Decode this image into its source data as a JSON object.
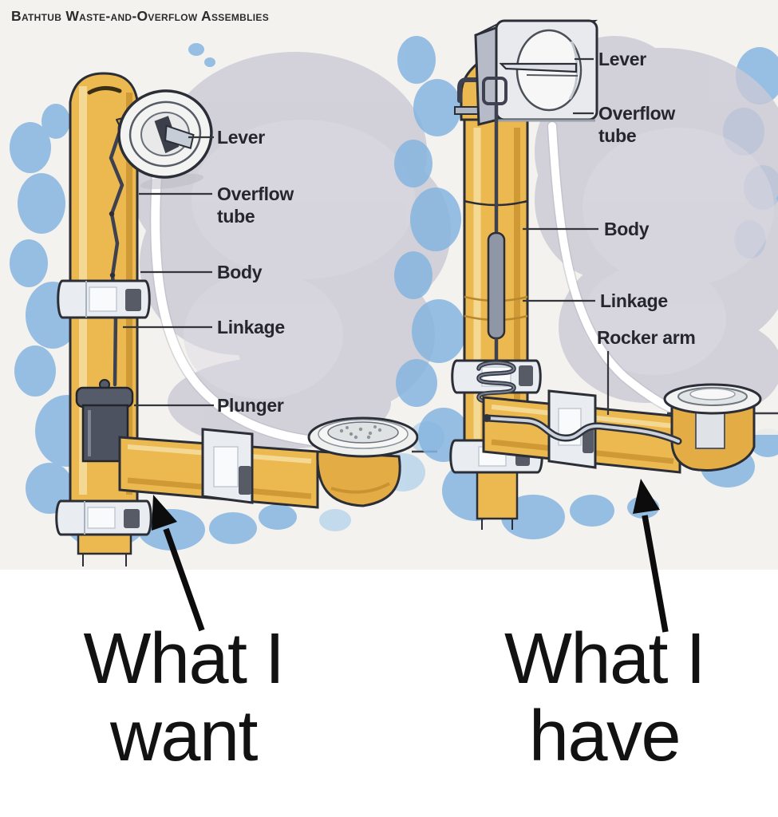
{
  "title": "Bathtub Waste-and-Overflow Assemblies",
  "panels": {
    "left": {
      "labels": {
        "lever": "Lever",
        "overflow_line1": "Overflow",
        "overflow_line2": "tube",
        "body": "Body",
        "linkage": "Linkage",
        "plunger": "Plunger"
      }
    },
    "right": {
      "labels": {
        "lever": "Lever",
        "overflow_line1": "Overflow",
        "overflow_line2": "tube",
        "body": "Body",
        "linkage": "Linkage",
        "rocker_arm": "Rocker arm"
      }
    }
  },
  "captions": {
    "left": {
      "line1": "What I",
      "line2": "want"
    },
    "right": {
      "line1": "What I",
      "line2": "have"
    }
  },
  "colors": {
    "paper": "#f4f2ee",
    "brass": "#ecb950",
    "brass_shadow": "#c48c2c",
    "brass_highlight": "#f7e2a6",
    "watercolor_blue": "#86b5e0",
    "tub_gray": "#cac9d5",
    "outline": "#2b2e36",
    "arrow_black": "#0c0c0c"
  }
}
